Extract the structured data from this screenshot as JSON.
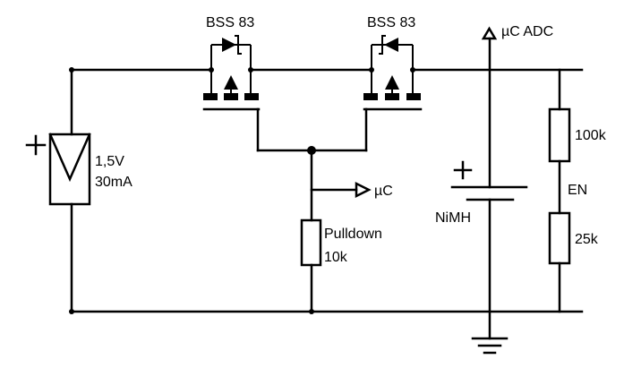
{
  "labels": {
    "q1": "BSS 83",
    "q2": "BSS 83",
    "adc": "µC ADC",
    "cell_voltage": "1,5V",
    "cell_current": "30mA",
    "mc_input": "µC",
    "pulldown_name": "Pulldown",
    "pulldown_value": "10k",
    "battery": "NiMH",
    "r_top": "100k",
    "enable": "EN",
    "r_bottom": "25k"
  },
  "colors": {
    "line": "#000000",
    "background": "#ffffff"
  }
}
